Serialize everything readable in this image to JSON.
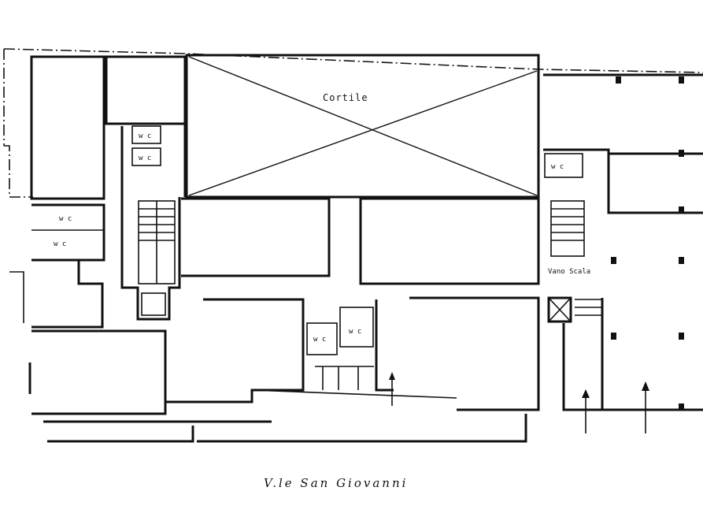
{
  "labels": {
    "cortile": "Cortile",
    "wc": "w c",
    "vano_scala": "Vano Scala",
    "street": "V.le   San   Giovanni"
  },
  "icons": {
    "north_arrow": "arrow-up-icon",
    "stairs": "stairs-icon",
    "elevator": "elevator-icon"
  },
  "colors": {
    "line": "#111111",
    "background": "#ffffff"
  }
}
